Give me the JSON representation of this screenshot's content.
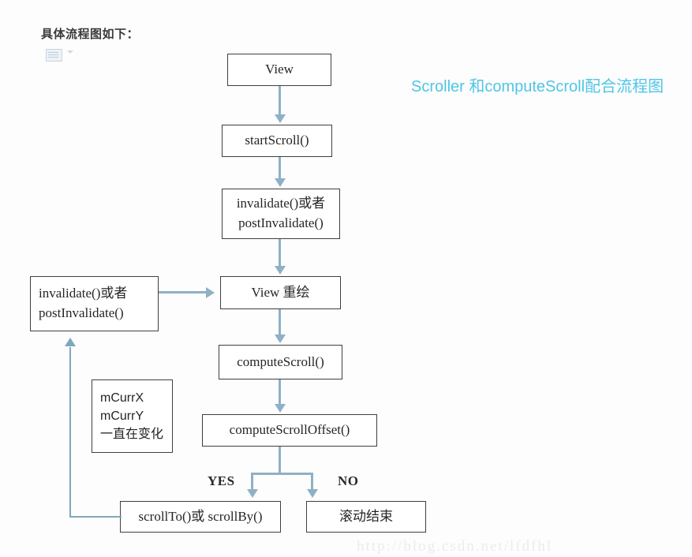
{
  "header": {
    "note": "具体流程图如下：",
    "icon": "document-icon",
    "caret": "chevron-down-icon"
  },
  "chart_data": {
    "type": "diagram",
    "title": "Scroller 和computeScroll配合流程图",
    "title_color": "#4FC5E8",
    "arrow_color": "#8FB0C6",
    "box_border_color": "#3F3F3F",
    "nodes": [
      {
        "id": "view",
        "label": "View"
      },
      {
        "id": "start_scroll",
        "label": "startScroll()"
      },
      {
        "id": "invalidate_main",
        "lines": [
          "invalidate()或者",
          "postInvalidate()"
        ]
      },
      {
        "id": "invalidate_left",
        "lines": [
          "invalidate()或者",
          "postInvalidate()"
        ]
      },
      {
        "id": "view_redraw",
        "label": "View 重绘"
      },
      {
        "id": "compute_scroll",
        "label": "computeScroll()"
      },
      {
        "id": "compute_offset",
        "label": "computeScrollOffset()"
      },
      {
        "id": "mcurr",
        "lines": [
          "mCurrX",
          "mCurrY",
          "一直在变化"
        ]
      },
      {
        "id": "scroll_to",
        "label": "scrollTo()或 scrollBy()"
      },
      {
        "id": "scroll_end",
        "label": "滚动结束"
      }
    ],
    "branch_labels": {
      "yes": "YES",
      "no": "NO"
    },
    "edges": [
      {
        "from": "view",
        "to": "start_scroll",
        "label": ""
      },
      {
        "from": "start_scroll",
        "to": "invalidate_main",
        "label": ""
      },
      {
        "from": "invalidate_main",
        "to": "view_redraw",
        "label": ""
      },
      {
        "from": "invalidate_left",
        "to": "view_redraw",
        "label": ""
      },
      {
        "from": "view_redraw",
        "to": "compute_scroll",
        "label": ""
      },
      {
        "from": "compute_scroll",
        "to": "compute_offset",
        "label": ""
      },
      {
        "from": "compute_offset",
        "to": "scroll_to",
        "label": "YES"
      },
      {
        "from": "compute_offset",
        "to": "scroll_end",
        "label": "NO"
      },
      {
        "from": "scroll_to",
        "to": "invalidate_left",
        "label": ""
      }
    ]
  },
  "watermark": "http://blog.csdn.net/lfdfhl"
}
